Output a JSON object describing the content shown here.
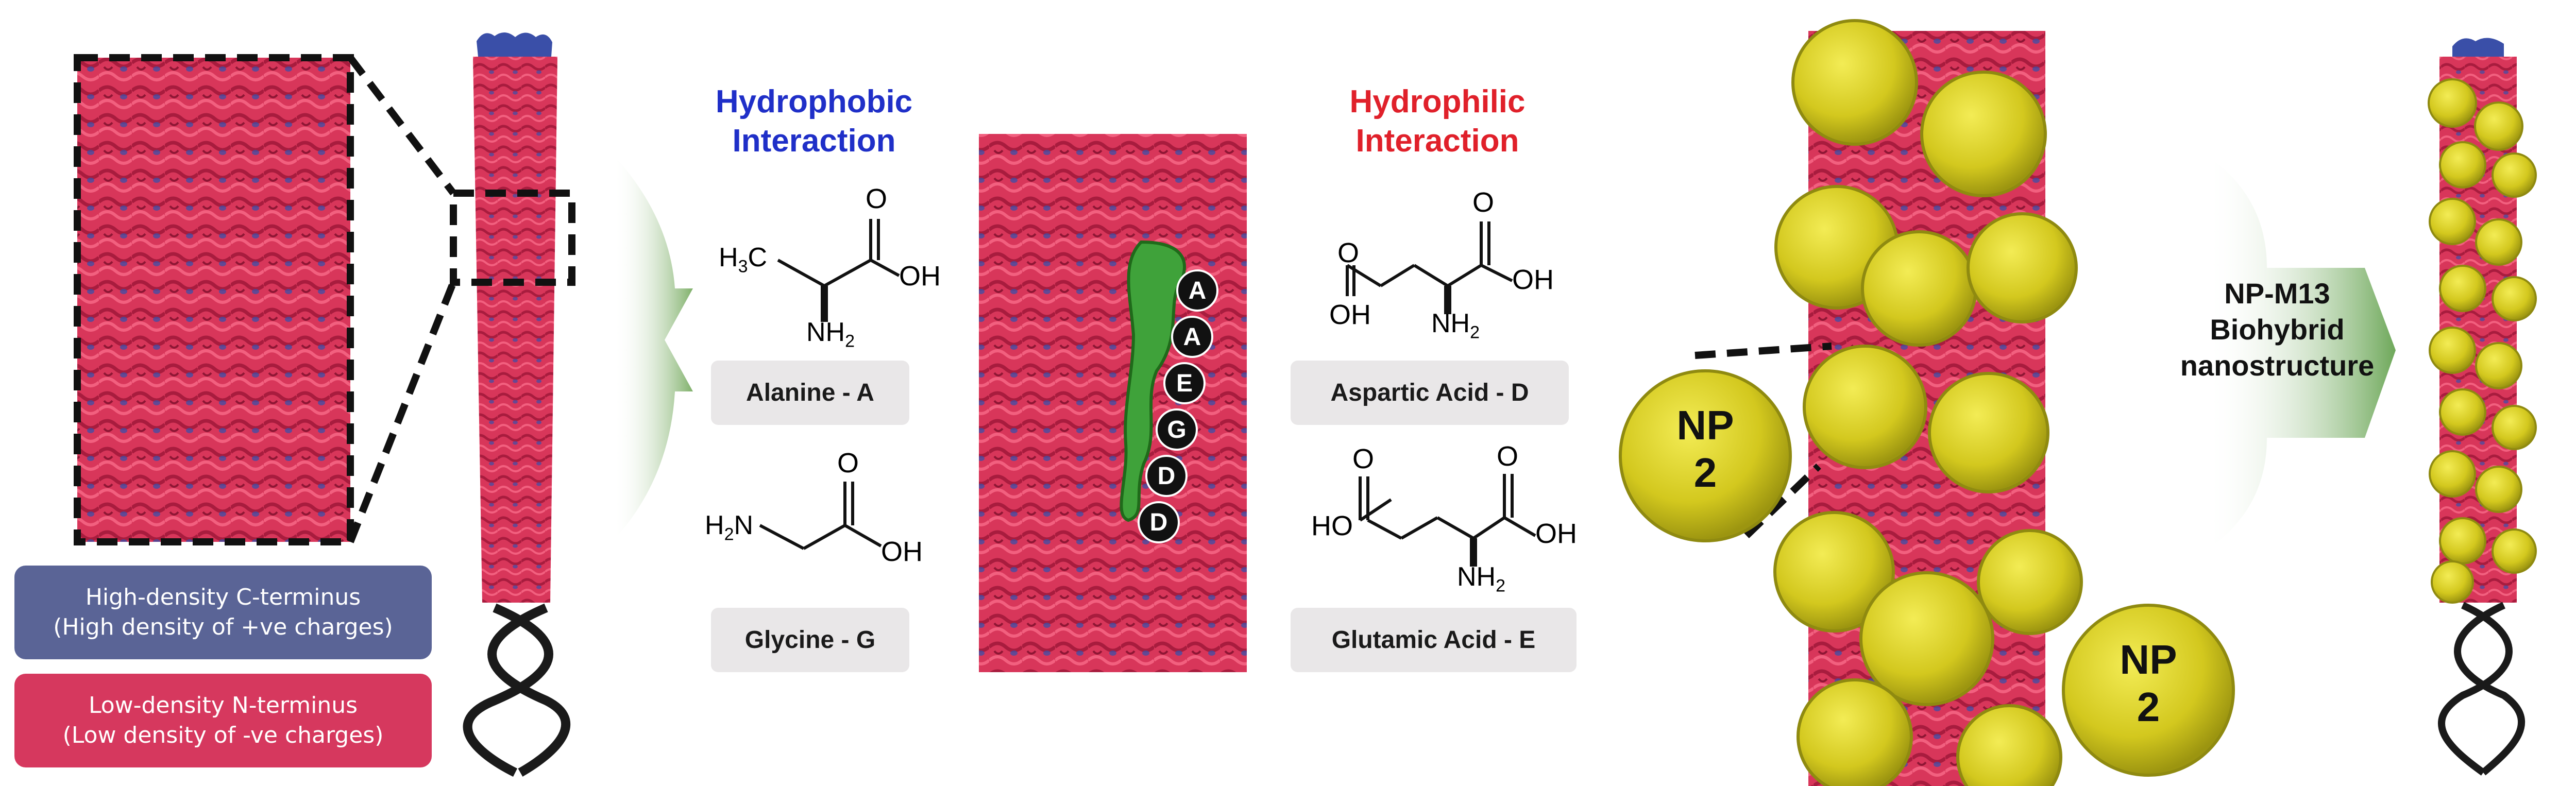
{
  "hydrophobic": {
    "title_line1": "Hydrophobic",
    "title_line2": "Interaction",
    "color": "#1f2fc8"
  },
  "hydrophilic": {
    "title_line1": "Hydrophilic",
    "title_line2": "Interaction",
    "color": "#e0202a"
  },
  "amino_acids": {
    "alanine": "Alanine - A",
    "glycine": "Glycine - G",
    "aspartic": "Aspartic Acid - D",
    "glutamic": "Glutamic Acid - E"
  },
  "structure_labels": {
    "h3c": "H3C",
    "oh": "OH",
    "o": "O",
    "nh2": "NH2",
    "h2n": "H2N",
    "ho": "HO"
  },
  "sequence": [
    "A",
    "A",
    "E",
    "G",
    "D",
    "D"
  ],
  "legend": {
    "high_line1": "High-density C-terminus",
    "high_line2": "(High density of +ve charges)",
    "high_color": "#5a6496",
    "low_line1": "Low-density N-terminus",
    "low_line2": "(Low density of -ve charges)",
    "low_color": "#d6385e"
  },
  "np_label": {
    "line1": "NP",
    "line2": "2"
  },
  "result": {
    "line1": "NP-M13",
    "line2": "Biohybrid",
    "line3": "nanostructure"
  },
  "colors": {
    "protein": "#d8365a",
    "protein_dark": "#b21f42",
    "blue": "#3a4fa8",
    "nanoparticle": "#d6cc22",
    "np_edge": "#8f8a10",
    "green": "#3fa23a",
    "dna": "#1a1a1a"
  }
}
